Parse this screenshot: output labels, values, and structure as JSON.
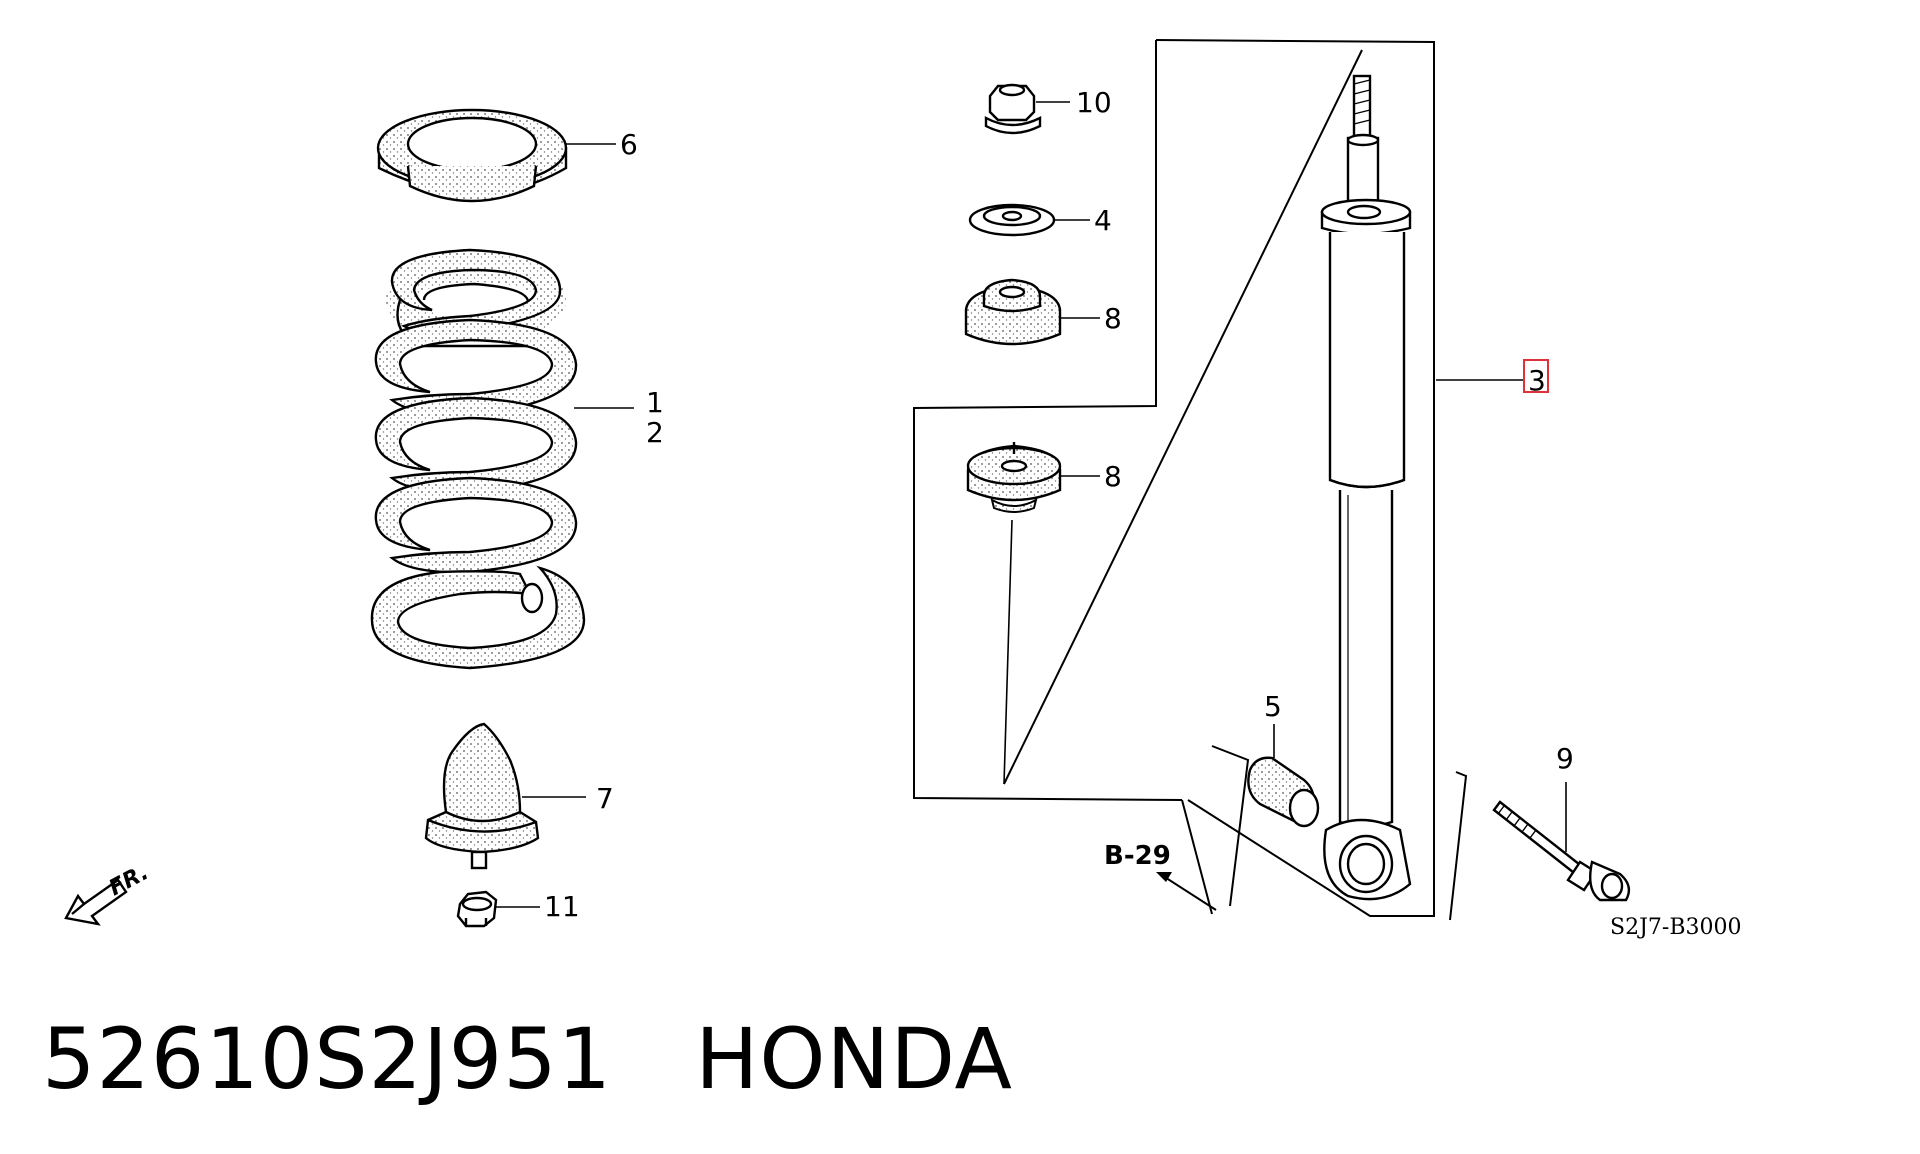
{
  "diagram": {
    "callouts": [
      {
        "id": "c1",
        "text": "1"
      },
      {
        "id": "c2",
        "text": "2"
      },
      {
        "id": "c3",
        "text": "3"
      },
      {
        "id": "c4",
        "text": "4"
      },
      {
        "id": "c5",
        "text": "5"
      },
      {
        "id": "c6",
        "text": "6"
      },
      {
        "id": "c7",
        "text": "7"
      },
      {
        "id": "c8a",
        "text": "8"
      },
      {
        "id": "c8b",
        "text": "8"
      },
      {
        "id": "c9",
        "text": "9"
      },
      {
        "id": "c10",
        "text": "10"
      },
      {
        "id": "c11",
        "text": "11"
      }
    ],
    "reference": "B-29",
    "direction_label": "FR.",
    "drawing_code": "S2J7-B3000",
    "highlight_color": "#e0303a"
  },
  "caption": {
    "part_number": "52610S2J951",
    "brand": "HONDA"
  }
}
